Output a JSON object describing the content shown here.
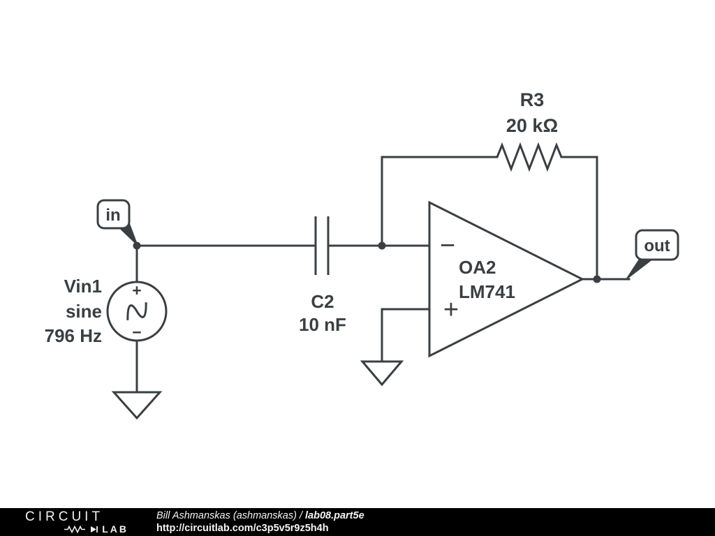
{
  "colors": {
    "stroke": "#3a3f43",
    "text": "#3a3f43",
    "footer_bg": "#000000",
    "footer_text": "#f5f5f5"
  },
  "net_labels": {
    "in": "in",
    "out": "out"
  },
  "components": {
    "vin1": {
      "name": "Vin1",
      "waveform": "sine",
      "frequency": "796 Hz",
      "plus": "+",
      "minus": "−"
    },
    "c2": {
      "name": "C2",
      "value": "10 nF"
    },
    "r3": {
      "name": "R3",
      "value": "20 kΩ"
    },
    "oa2": {
      "name": "OA2",
      "model": "LM741",
      "inverting": "−",
      "noninverting": "+"
    }
  },
  "footer": {
    "logo_top": "CIRCUIT",
    "logo_bottom": "LAB",
    "author": "Bill Ashmanskas (ashmanskas)",
    "separator": " / ",
    "project": "lab08.part5e",
    "url": "http://circuitlab.com/c3p5v5r9z5h4h"
  }
}
